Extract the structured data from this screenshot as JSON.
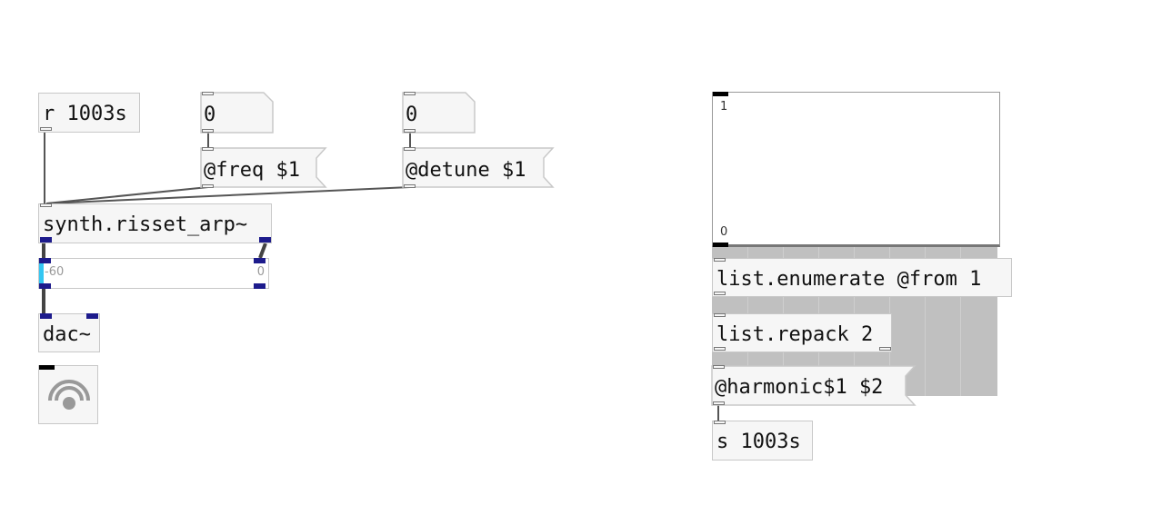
{
  "objects": {
    "receive": "r 1003s",
    "synth": "synth.risset_arp~",
    "dac": "dac~",
    "list_enumerate": "list.enumerate @from 1",
    "list_repack": "list.repack 2",
    "send": "s 1003s"
  },
  "numbers": {
    "freq_value": "0",
    "detune_value": "0"
  },
  "messages": {
    "freq": "@freq $1",
    "detune": "@detune $1",
    "harmonic": "@harmonic$1 $2"
  },
  "gain": {
    "min_label": "-60",
    "max_label": "0",
    "level": 0
  },
  "array": {
    "top_label": "1",
    "bottom_label": "0"
  },
  "colors": {
    "signal_port": "#1d1b8c",
    "gain_accent": "#33c6f2",
    "box_border": "#c8c8c8",
    "wire": "#555555"
  }
}
